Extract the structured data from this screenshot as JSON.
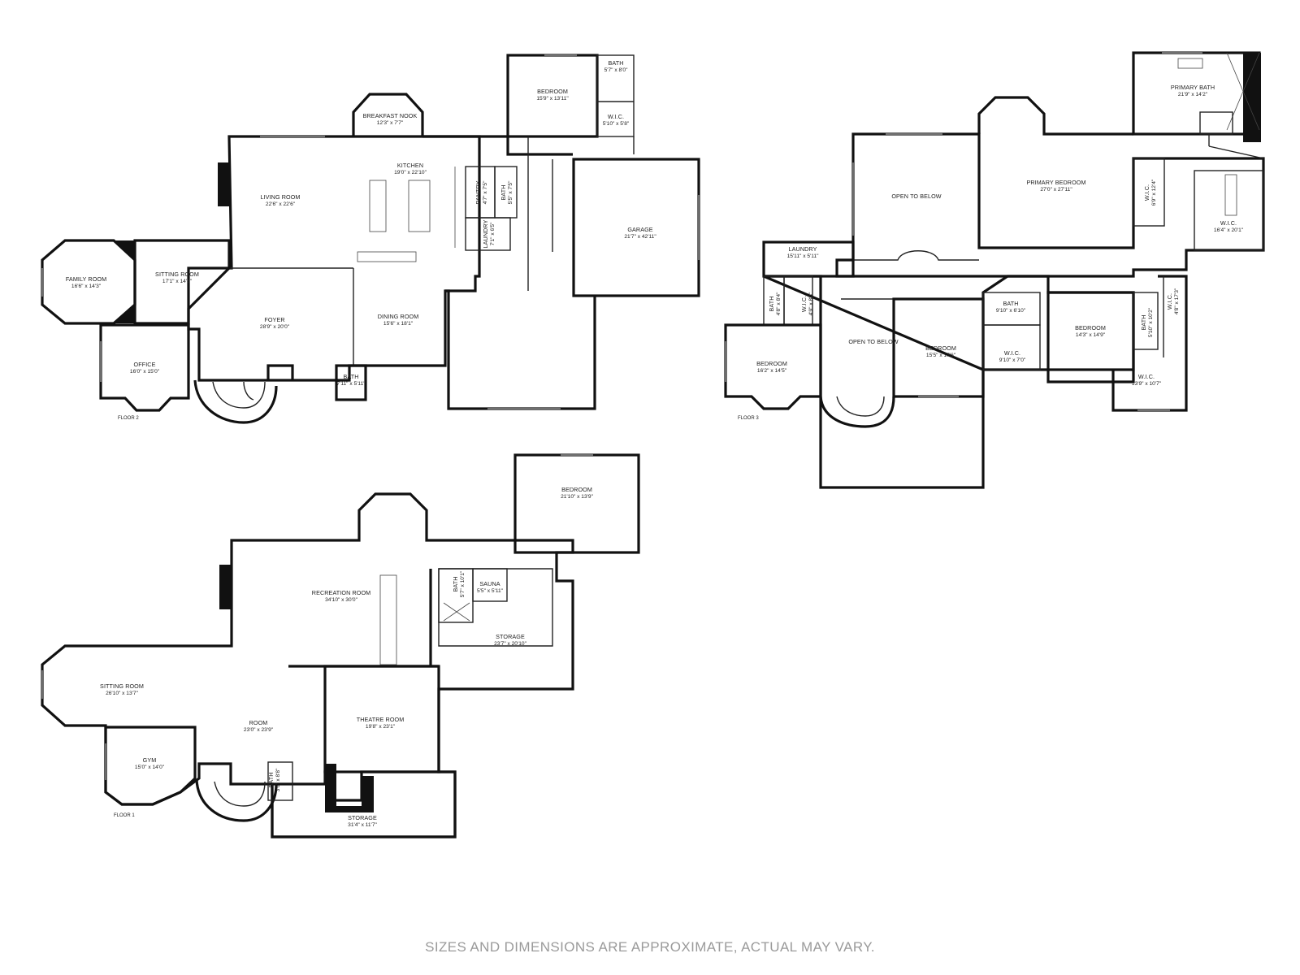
{
  "floors": [
    {
      "label": "FLOOR 2",
      "rooms": [
        {
          "name": "BEDROOM",
          "dim": "15'9\" x 13'11\""
        },
        {
          "name": "BATH",
          "dim": "5'7\" x 8'0\""
        },
        {
          "name": "W.I.C.",
          "dim": "5'10\" x 5'8\""
        },
        {
          "name": "BREAKFAST NOOK",
          "dim": "12'3\" x 7'7\""
        },
        {
          "name": "KITCHEN",
          "dim": "19'0\" x 22'10\""
        },
        {
          "name": "LIVING ROOM",
          "dim": "22'6\" x 22'6\""
        },
        {
          "name": "PANTRY",
          "dim": "4'7\" x 7'5\""
        },
        {
          "name": "BATH",
          "dim": "5'5\" x 7'5\""
        },
        {
          "name": "LAUNDRY",
          "dim": "7'1\" x 6'5\""
        },
        {
          "name": "GARAGE",
          "dim": "21'7\" x 42'11\""
        },
        {
          "name": "FAMILY ROOM",
          "dim": "16'6\" x 14'3\""
        },
        {
          "name": "SITTING ROOM",
          "dim": "17'1\" x 14'8\""
        },
        {
          "name": "FOYER",
          "dim": "28'9\" x 20'0\""
        },
        {
          "name": "DINING ROOM",
          "dim": "15'6\" x 18'1\""
        },
        {
          "name": "OFFICE",
          "dim": "16'0\" x 15'0\""
        },
        {
          "name": "BATH",
          "dim": "7'11\" x 5'11\""
        }
      ]
    },
    {
      "label": "FLOOR 3",
      "rooms": [
        {
          "name": "PRIMARY BATH",
          "dim": "21'9\" x 14'2\""
        },
        {
          "name": "OPEN TO BELOW",
          "dim": ""
        },
        {
          "name": "PRIMARY BEDROOM",
          "dim": "27'0\" x 27'11\""
        },
        {
          "name": "W.I.C.",
          "dim": "6'9\" x 12'4\""
        },
        {
          "name": "W.I.C.",
          "dim": "16'4\" x 20'1\""
        },
        {
          "name": "LAUNDRY",
          "dim": "15'11\" x 5'11\""
        },
        {
          "name": "BATH",
          "dim": "4'8\" x 8'4\""
        },
        {
          "name": "W.I.C.",
          "dim": "4'9\" x 8'4\""
        },
        {
          "name": "OPEN TO BELOW",
          "dim": ""
        },
        {
          "name": "BEDROOM",
          "dim": "15'5\" x 17'6\""
        },
        {
          "name": "BATH",
          "dim": "9'10\" x 6'10\""
        },
        {
          "name": "W.I.C.",
          "dim": "9'10\" x 7'0\""
        },
        {
          "name": "BEDROOM",
          "dim": "14'3\" x 14'9\""
        },
        {
          "name": "BATH",
          "dim": "5'10\" x 10'2\""
        },
        {
          "name": "W.I.C.",
          "dim": "4'8\" x 17'3\""
        },
        {
          "name": "W.I.C.",
          "dim": "13'9\" x 10'7\""
        },
        {
          "name": "BEDROOM",
          "dim": "16'2\" x 14'5\""
        }
      ]
    },
    {
      "label": "FLOOR 1",
      "rooms": [
        {
          "name": "BEDROOM",
          "dim": "21'10\" x 13'9\""
        },
        {
          "name": "RECREATION ROOM",
          "dim": "34'10\" x 30'0\""
        },
        {
          "name": "BATH",
          "dim": "5'7\" x 10'1\""
        },
        {
          "name": "SAUNA",
          "dim": "5'5\" x 5'11\""
        },
        {
          "name": "STORAGE",
          "dim": "23'7\" x 20'10\""
        },
        {
          "name": "SITTING ROOM",
          "dim": "26'10\" x 13'7\""
        },
        {
          "name": "ROOM",
          "dim": "23'0\" x 23'9\""
        },
        {
          "name": "THEATRE ROOM",
          "dim": "19'8\" x 23'1\""
        },
        {
          "name": "GYM",
          "dim": "15'0\" x 14'0\""
        },
        {
          "name": "BATH",
          "dim": "3'6\" x 8'8\""
        },
        {
          "name": "STORAGE",
          "dim": "31'4\" x 11'7\""
        }
      ]
    }
  ],
  "disclaimer": "SIZES AND DIMENSIONS ARE APPROXIMATE, ACTUAL MAY VARY."
}
